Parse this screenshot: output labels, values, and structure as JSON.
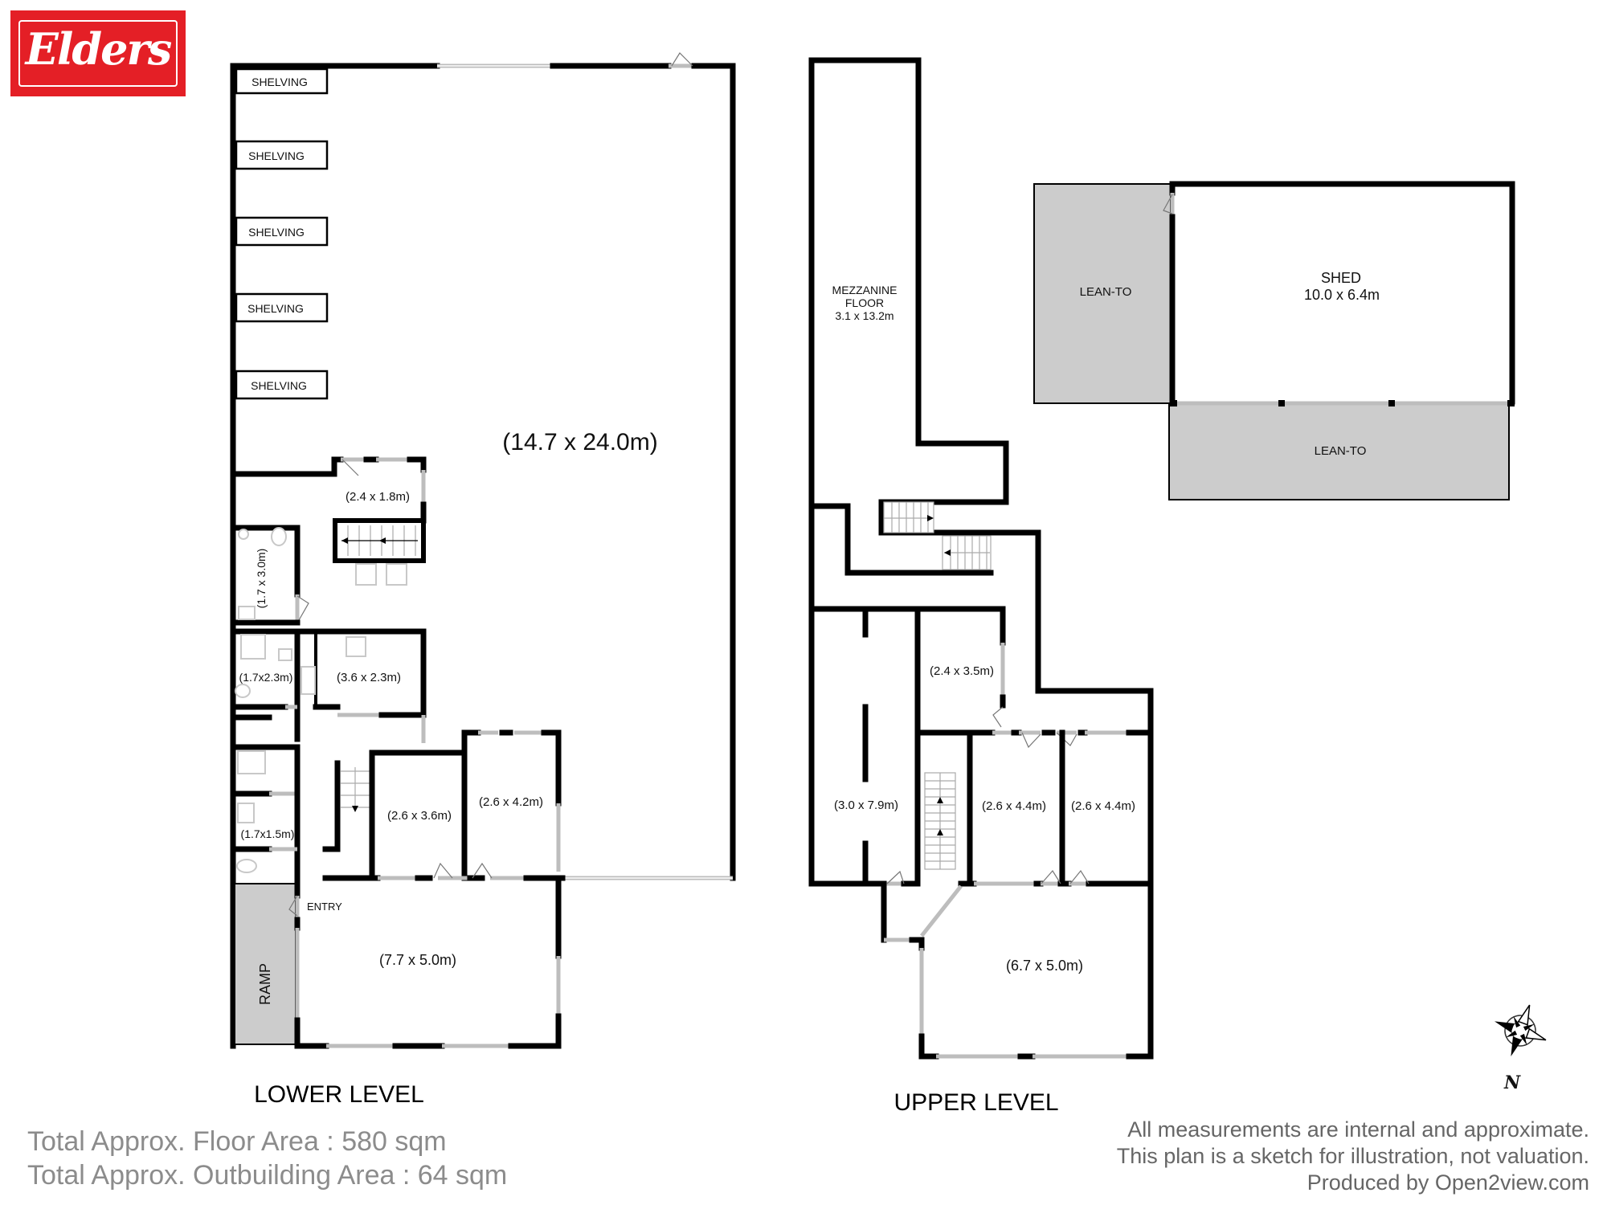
{
  "brand": {
    "logo_text": "Elders",
    "color": "#e41f26"
  },
  "lower_level": {
    "title": "LOWER LEVEL",
    "main_room": "(14.7 x 24.0m)",
    "shelving": [
      "SHELVING",
      "SHELVING",
      "SHELVING",
      "SHELVING",
      "SHELVING"
    ],
    "rooms": {
      "office_small": "(2.4 x 1.8m)",
      "bath_1": "(1.7 x 3.0m)",
      "bath_2": "(1.7x2.3m)",
      "kitchen": "(3.6 x 2.3m)",
      "bath_3": "(1.7x1.5m)",
      "room_a": "(2.6 x 3.6m)",
      "room_b": "(2.6 x 4.2m)",
      "entry_room": "(7.7 x 5.0m)"
    },
    "entry_label": "ENTRY",
    "ramp_label": "RAMP"
  },
  "upper_level": {
    "title": "UPPER LEVEL",
    "mezzanine": {
      "line1": "MEZZANINE",
      "line2": "FLOOR",
      "line3": "3.1 x 13.2m"
    },
    "rooms": {
      "long_room": "(3.0 x 7.9m)",
      "room_c": "(2.4 x 3.5m)",
      "room_d": "(2.6 x 4.4m)",
      "room_e": "(2.6 x 4.4m)",
      "living": "(6.7 x 5.0m)"
    }
  },
  "outbuilding": {
    "shed": {
      "name": "SHED",
      "size": "10.0 x 6.4m"
    },
    "lean_to_left": "LEAN-TO",
    "lean_to_bottom": "LEAN-TO"
  },
  "compass": {
    "north_label": "N"
  },
  "totals": {
    "floor_area": "Total Approx. Floor Area : 580 sqm",
    "outbuilding_area": "Total Approx. Outbuilding Area : 64 sqm"
  },
  "disclaimer": {
    "line1": "All measurements are internal and approximate.",
    "line2": "This plan is a sketch for illustration, not valuation.",
    "line3": "Produced by Open2view.com"
  }
}
